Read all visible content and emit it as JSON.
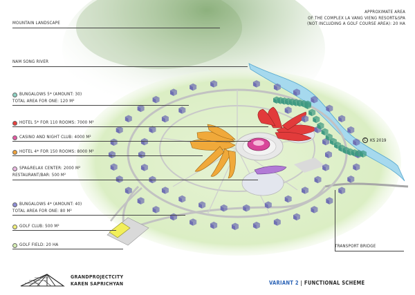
{
  "header": {
    "area_lines": [
      "APPROXIMATE AREA",
      "OF THE COMPLEX LA VANG VIENG  RESORT&SPA",
      "(NOT INCLUDING A GOLF COURSE AREA): 20 HA"
    ]
  },
  "labels": {
    "mountain": "MOUNTAIN LANDSCAPE",
    "river": "NAM SONG RIVER",
    "bridge": "TRANSPORT BRIDGE"
  },
  "legend": [
    {
      "id": "bungalows5",
      "color": "#8fd3c4",
      "line1": "BUNGALOWS 5* (AMOUNT: 30)",
      "line2": "TOTAL AREA FOR ONE: 120 M²"
    },
    {
      "id": "hotel5",
      "color": "#e8413d",
      "line1": "HOTEL 5* FOR 110 ROOMS: 7000 M²",
      "line2": ""
    },
    {
      "id": "casino",
      "color": "#e55aa3",
      "line1": "CASINO AND NIGHT CLUB: 4000 M²",
      "line2": ""
    },
    {
      "id": "hotel4",
      "color": "#f0a23b",
      "line1": "HOTEL 4* FOR 150 ROOMS: 8000 M²",
      "line2": ""
    },
    {
      "id": "spa",
      "color": "#e9b7e0",
      "line1": "SPA&RELAX CENTER: 2000 M²",
      "line2": "RESTAURANT/BAR: 500 M²"
    },
    {
      "id": "bungalows4",
      "color": "#8f8fd6",
      "line1": "BUNGALOWS 4* (AMOUNT: 40)",
      "line2": "TOTAL AREA FOR ONE: 80 M²"
    },
    {
      "id": "golfclub",
      "color": "#f2f07a",
      "line1": "GOLF CLUB: 500 M²",
      "line2": ""
    },
    {
      "id": "golffield",
      "color": "#d6efb4",
      "line1": "GOLF FIELD: 20 HA",
      "line2": ""
    }
  ],
  "ks": {
    "mark": "C",
    "text": "KS 2019"
  },
  "brand": {
    "line1": "GRANDPROJECTCITY",
    "line2": "KAREN SAPRICHYAN"
  },
  "footer": {
    "variant": "VARIANT 2",
    "separator": " | ",
    "scheme": "FUNCTIONAL SCHEME"
  },
  "colors": {
    "bungalow5": "#3f9a82",
    "bungalow4": "#6f6fb3",
    "hotel5": "#e23b3b",
    "hotel4": "#f0a93a",
    "casino": "#d94a9c",
    "spa": "#b27ad6",
    "golfclub": "#f2ef5a",
    "river": "#9fd5ea",
    "grass": "#dcefc8",
    "mountain": "#7fa86a",
    "road": "#c8c8c8"
  }
}
